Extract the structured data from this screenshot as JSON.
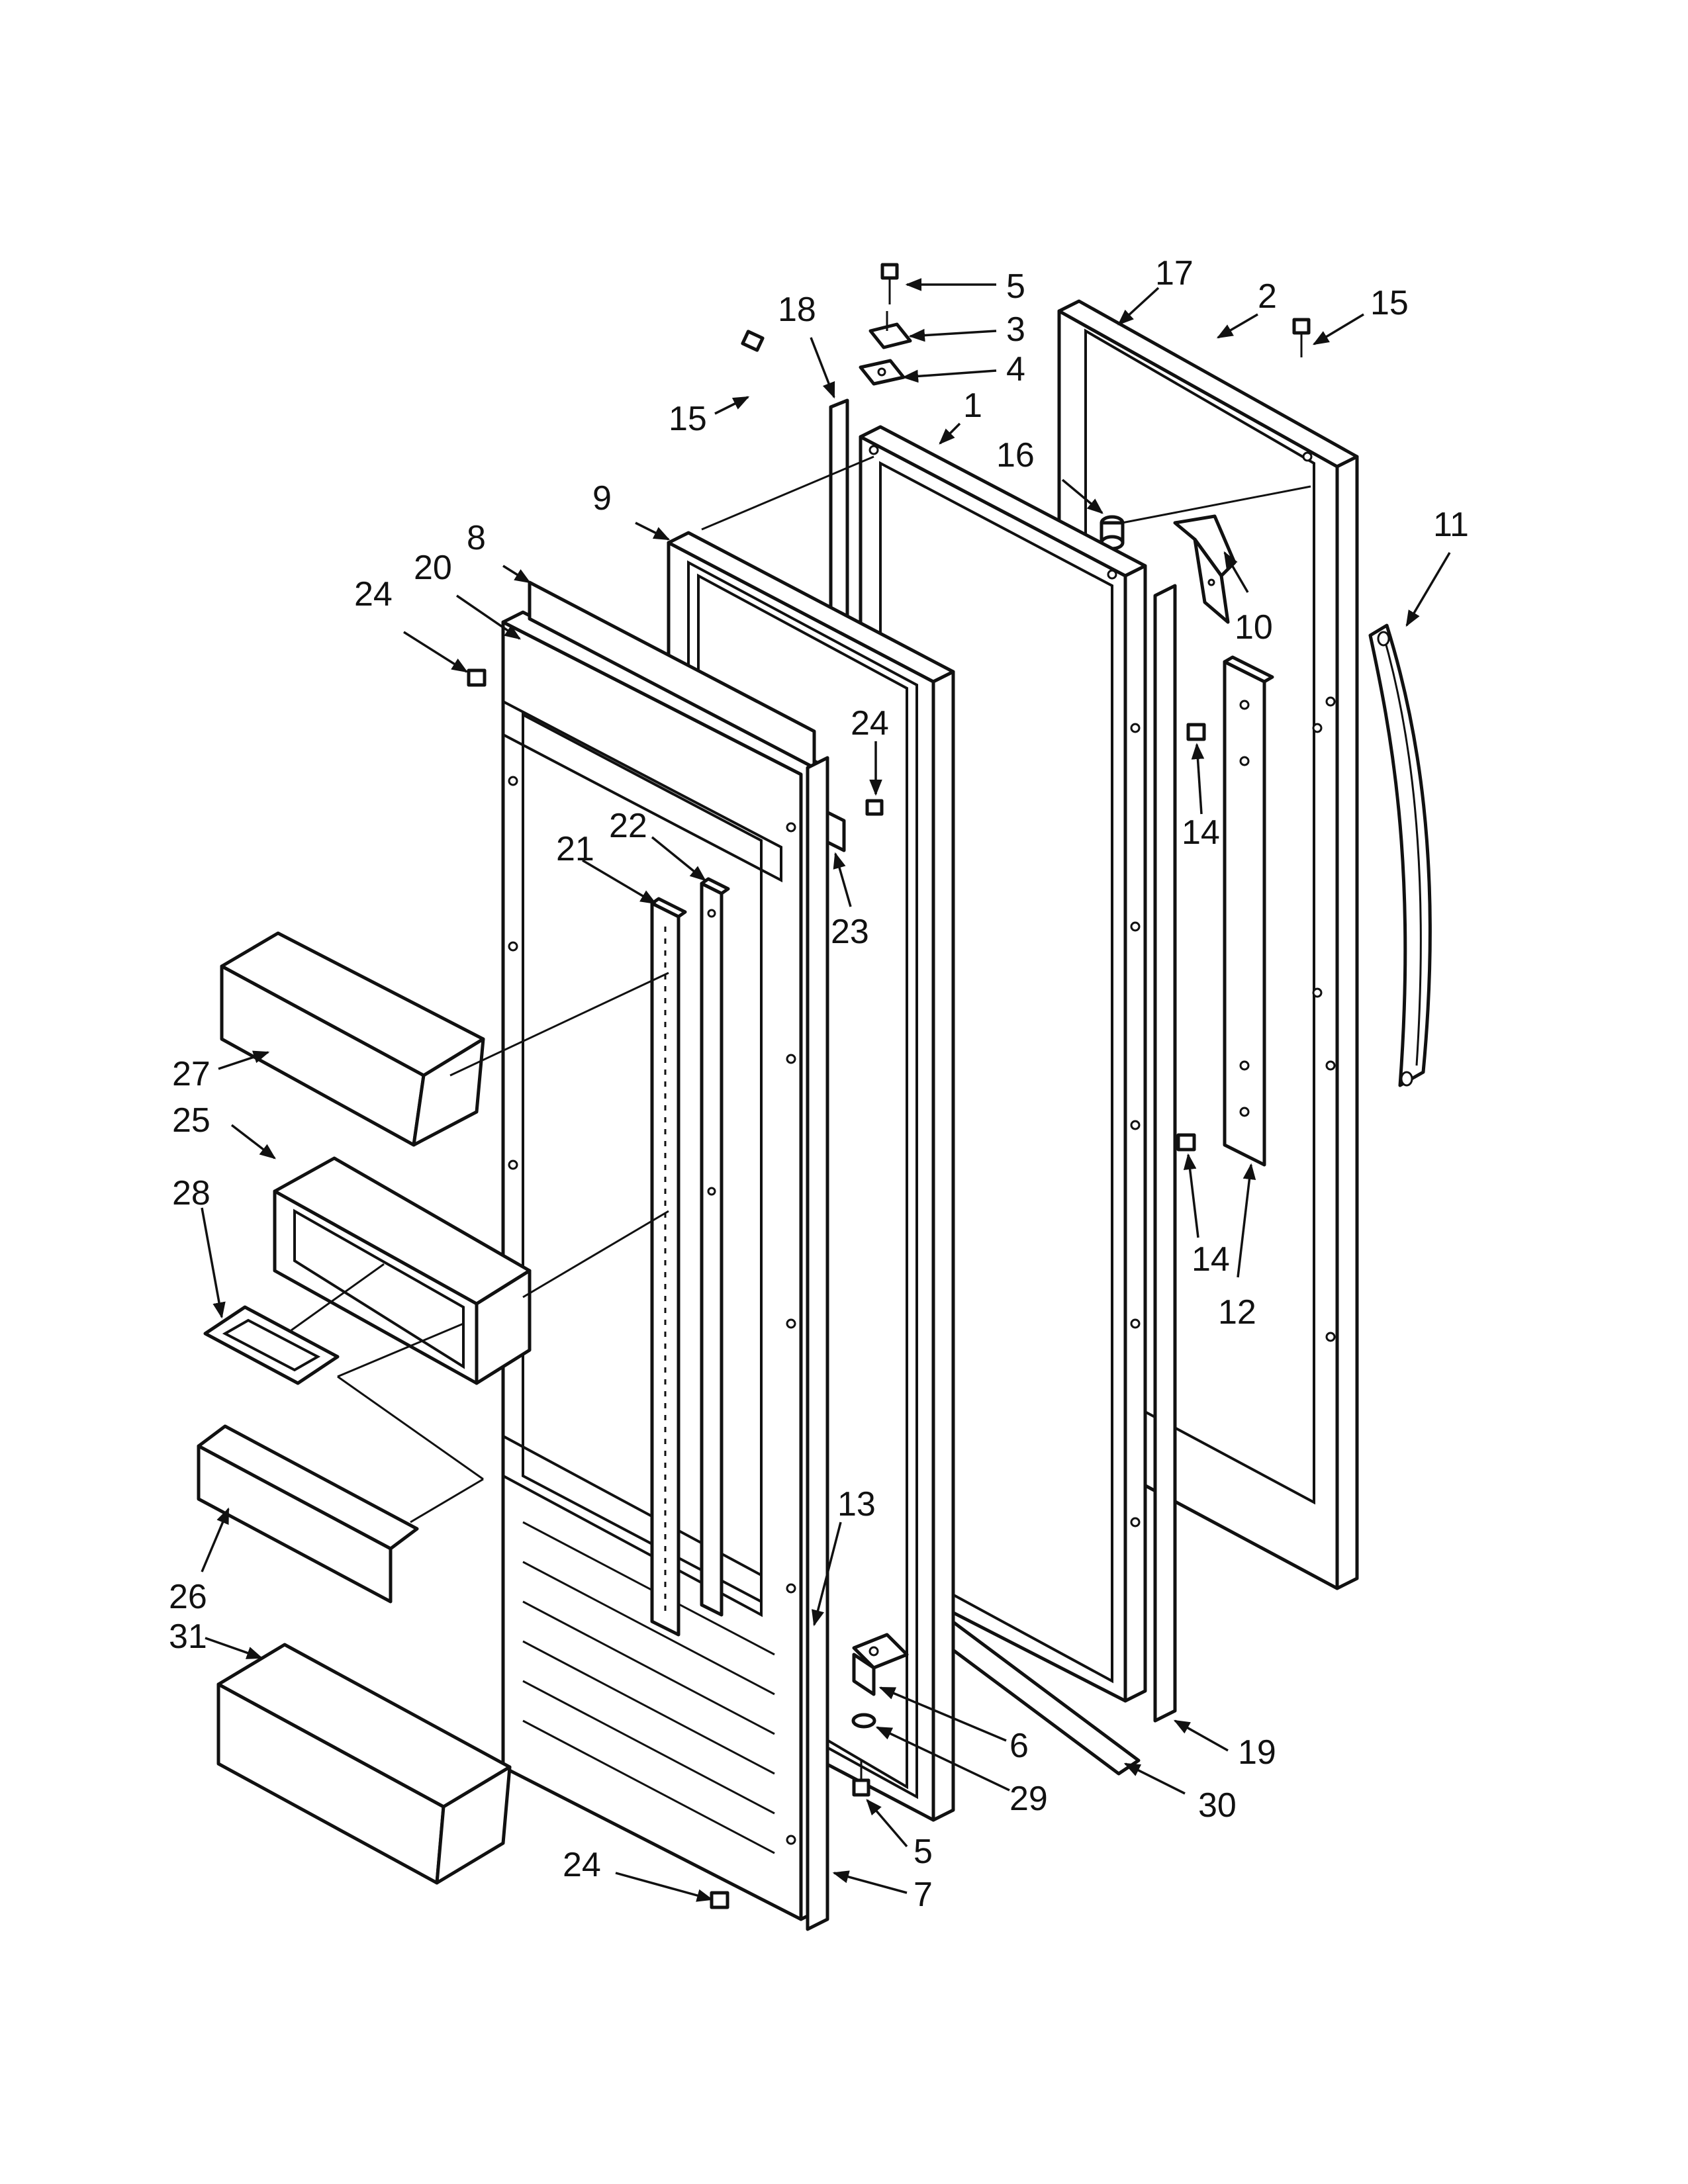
{
  "diagram": {
    "callouts": [
      {
        "label": "5"
      },
      {
        "label": "3"
      },
      {
        "label": "4"
      },
      {
        "label": "18"
      },
      {
        "label": "15"
      },
      {
        "label": "1"
      },
      {
        "label": "17"
      },
      {
        "label": "2"
      },
      {
        "label": "15"
      },
      {
        "label": "16"
      },
      {
        "label": "9"
      },
      {
        "label": "8"
      },
      {
        "label": "20"
      },
      {
        "label": "24"
      },
      {
        "label": "10"
      },
      {
        "label": "11"
      },
      {
        "label": "24"
      },
      {
        "label": "14"
      },
      {
        "label": "23"
      },
      {
        "label": "22"
      },
      {
        "label": "21"
      },
      {
        "label": "27"
      },
      {
        "label": "25"
      },
      {
        "label": "28"
      },
      {
        "label": "14"
      },
      {
        "label": "12"
      },
      {
        "label": "13"
      },
      {
        "label": "26"
      },
      {
        "label": "31"
      },
      {
        "label": "6"
      },
      {
        "label": "19"
      },
      {
        "label": "29"
      },
      {
        "label": "30"
      },
      {
        "label": "5"
      },
      {
        "label": "24"
      },
      {
        "label": "7"
      }
    ]
  },
  "colors": {
    "line": "#111111",
    "background": "#ffffff"
  }
}
